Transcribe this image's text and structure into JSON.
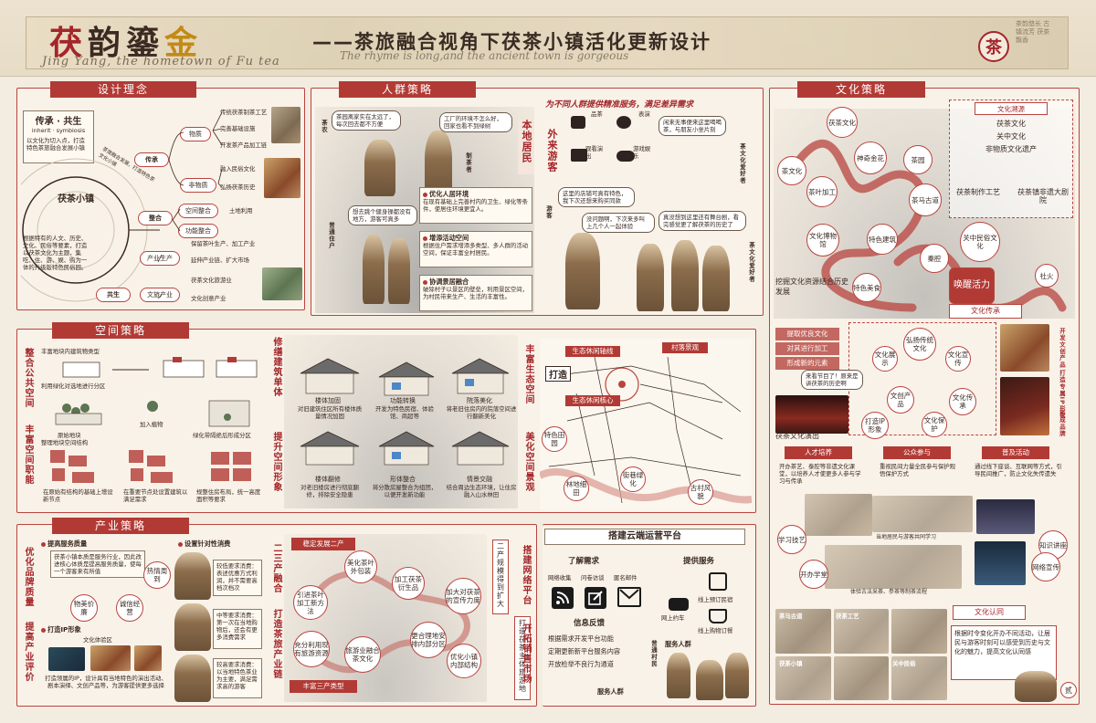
{
  "header": {
    "brand": [
      "茯",
      "韵",
      "鎏",
      "金"
    ],
    "brand_sub": "Jing Yang, the hometown of Fu tea",
    "title": "——茶旅融合视角下茯茶小镇活化更新设计",
    "subtitle": "The rhyme is long,and the ancient town is gorgeous",
    "seal": "茶",
    "poem": "茶韵悠长 古镇流芳 茯茶飘香"
  },
  "design": {
    "title": "设计理念",
    "core_title": "传承 · 共生",
    "core_en": "inherit · symbiosis",
    "core_desc": "以文化为切入点，打造特色茶旅融合发展小镇",
    "center": "茯茶小镇",
    "ring_label": "茶旅融合发展，打造特色茶文化小镇",
    "left_desc": "根据特有的人文、历史、文化、民俗等要素，打造以茯茶文化为主题，集吃、住、游、娱、购为一体的升级版特色民俗园。",
    "nodes": {
      "inherit": "传承",
      "integrate": "整合",
      "symbiosis": "共生"
    },
    "sub": {
      "material": "物质",
      "nonmaterial": "非物质",
      "space": "空间整合",
      "func": "功能整合",
      "industry": "产业生产",
      "culture": "文旅产业"
    },
    "leaves": [
      "传统茯茶制茶工艺",
      "完善基础设施",
      "开发茶产品加工链",
      "融入民俗文化",
      "弘扬茯茶历史",
      "土地利用",
      "保留茶叶生产、加工产业",
      "延伸产业链、扩大市场",
      "茯茶文化旅游业",
      "文化创意产业"
    ]
  },
  "people": {
    "title": "人群策略",
    "slogan": "为不同人群提供精准服务，满足差异需求",
    "labels": {
      "farmer": "茶农",
      "maker": "制茶者",
      "local": "本地居民",
      "resident": "普通住户",
      "tourist": "外来游客",
      "tourist2": "游客",
      "lover": "茶文化爱好者",
      "lover2": "茶文化爱好者"
    },
    "quotes": [
      "茶园离家实在太远了，每次回去都不方便",
      "工厂的环境不怎么好，回家也看不到绿树",
      "想去跳个健身操都没有地方，游客可真多",
      "闲来无事便来这里喝喝茶，与朋友小坐片刻",
      "这里的店铺可真有特色，我下次还想来购买同款",
      "没问题啊，下次来多叫上几个人一起体验",
      "真没想到这里还有舞台剧，看完感觉更了解茯茶的历史了"
    ],
    "services": [
      "茶",
      "音",
      "看",
      "游",
      "观看演出",
      "游戏娱乐",
      "品茶",
      "表演"
    ],
    "strategies": [
      {
        "title": "优化人居环境",
        "desc": "在现有基础上完善村内的卫生、绿化等条件，使居住环境更宜人。"
      },
      {
        "title": "增添活动空间",
        "desc": "根据住户需求增添多类型、多人群的活动空间，保证丰富全村居民。"
      },
      {
        "title": "协调景居融合",
        "desc": "破除村子以景区的壁垒，利用景区空间，为村民带来生产、生活的丰富性。"
      }
    ]
  },
  "culture": {
    "title": "文化策略",
    "trace": "文化溯源",
    "trace_items": [
      "茯茶文化",
      "关中文化",
      "非物质文化遗产"
    ],
    "tea_craft": "茯茶制作工艺",
    "opera": "茯茶镇非遗大剧院",
    "nodes": [
      "茯茶文化",
      "神奇金花",
      "茶园",
      "茶文化",
      "茶叶加工",
      "茶马古道",
      "文化博物馆",
      "特色建筑",
      "关中民俗文化",
      "秦腔",
      "特色美食",
      "社火"
    ],
    "bottom": "挖掘文化资源结合历史发展",
    "wake": "唤醒活力",
    "spread": "文化传承",
    "spread_bars": [
      "提取优良文化",
      "对其进行加工",
      "形成新的元素"
    ],
    "spread_circles": [
      "弘扬传统文化",
      "文化展示",
      "文化宣传",
      "文创产品",
      "打造IP形象",
      "文化保护",
      "文化传承"
    ],
    "spread_right": [
      "开发文创产品",
      "打造专属IP形象",
      "形成品牌"
    ],
    "show": "茯茶文化演出",
    "show_bubble": "来看节目了！原来是讲茯茶的历史啊",
    "talent": {
      "title": "人才培养",
      "desc": "开办茶艺、泰腔等非遗文化课堂，以培养人才使更多人参与学习与传承"
    },
    "public": {
      "title": "公众参与",
      "desc": "重视民间力量全民参与保护观悟保护方式"
    },
    "promo": {
      "title": "普及活动",
      "desc": "通过线下座谈、互联网等方式，引导民间推广，防止文化失传遗失"
    },
    "flow": [
      "学习技艺",
      "开办学堂",
      "当地居民与游客共同学习",
      "体验古法采茶、参茶等制茶流程",
      "知识讲座",
      "网络宣传"
    ],
    "identity": "文化认同",
    "identity_desc": "根据时令变化开办不同活动，让居民与游客时刻可以感受到历史与文化的魅力，提高文化认同感",
    "scroll_tags": [
      "茶马古道",
      "茯茶工艺",
      "茯茶小镇",
      "关中民俗"
    ],
    "page": "贰"
  },
  "space": {
    "title": "空间策略",
    "side1": "整合公共空间",
    "side2": "丰富空间职能",
    "steps": [
      "丰富地块内建筑物类型",
      "利用绿化对选地进行分区",
      "原始地块",
      "加入植物",
      "绿化带隔绝后形成分区",
      "整理地块空间结构",
      "在原始有结构的基础上增设新节点",
      "在重要节点处设置建筑以满足需求",
      "规整住房布局，统一高度面积等要求"
    ],
    "side3": "修缮建筑单体",
    "side4": "提升空间形象",
    "buildings": [
      {
        "name": "楼体加固",
        "desc": "对旧建筑住区所有楼体质量情况加固"
      },
      {
        "name": "功能转换",
        "desc": "开发为特色民宿、体验馆、商超等"
      },
      {
        "name": "院落美化",
        "desc": "将老旧住房内的院落空间进行翻新美化"
      },
      {
        "name": "楼体翻修",
        "desc": "对老旧楼房进行彻底翻修，排除安全隐患"
      },
      {
        "name": "形体整合",
        "desc": "将分散房屋整合为组团，以便开发新功能"
      },
      {
        "name": "情景交融",
        "desc": "结合周边生态环境，让住房融入山水林田"
      }
    ],
    "side5": "丰富生态空间",
    "side6": "美化空间景观",
    "map_labels": [
      "生态休闲轴线",
      "村落景观",
      "打造",
      "生态休闲核心",
      "特色田园",
      "林地细田",
      "街巷绿化",
      "古村风貌"
    ]
  },
  "industry": {
    "title": "产业策略",
    "side1": "优化品牌质量",
    "side2": "提高产业评价",
    "improve": "提高服务质量",
    "improve_desc": "茯茶小镇本质是服务行业，因此改进核心体质是提高服务质量，使每一个游客来有所值",
    "circles": [
      "热情周到",
      "物美价廉",
      "诚信经营"
    ],
    "ip": "打造IP形象",
    "ip_sub": "文化体验区",
    "ip_desc": "打造领属的IP，设计具有当地特色的演出活动、剧本演绎、文创产品等，为游客提供更多选择",
    "targeted": "设置针对性消费",
    "targeted_items": [
      "较低要求消费：表述优惠方式利润，并不需要高档次档次",
      "中等要求消费：第一次在当地购物后，还会有更多消费需求",
      "较高要求消费：以当地特色茶业为主要，满足需求高的游客"
    ],
    "side3": "二三产融合",
    "side4": "打造茶旅产业链",
    "stable": "稳定发展二产",
    "rich": "丰富三产类型",
    "flow_nodes": [
      "引进茶叶加工新方法",
      "美化茶叶外包装",
      "加工茯茶衍生品",
      "加大对茯茶的宣传力度",
      "更合理地安排内部分区",
      "旅游业融合茶文化",
      "充分利用现有旅游资源",
      "优化小镇内部结构"
    ],
    "side5": "二产规模得到扩大",
    "side6": "打造茯茶主体旅游地"
  },
  "platform": {
    "side1": "搭建网络平台",
    "side2": "开拓销售市场",
    "title": "搭建云端运营平台",
    "needs": "了解需求",
    "need_items": [
      "网络收集",
      "问卷访谈",
      "匿名邮件"
    ],
    "feedback": "信息反馈",
    "feedback_items": [
      "根据需求开发平台功能",
      "定期更新新平台服务内容",
      "开放检举不良行为通道"
    ],
    "provide": "提供服务",
    "provide_items": [
      "线上预订民宿",
      "线上购物订餐",
      "网上约车"
    ],
    "service_people": "服务人群",
    "service_people2": "服务人群",
    "village": "普通村民"
  }
}
